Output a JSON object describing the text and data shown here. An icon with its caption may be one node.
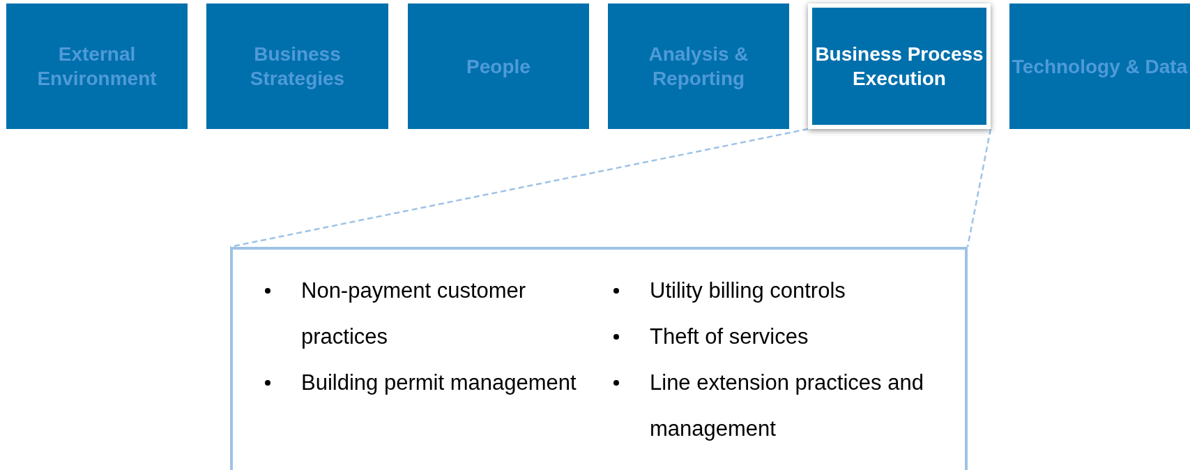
{
  "diagram": {
    "nodes": [
      {
        "text": [
          "External Environment"
        ]
      },
      {
        "text": [
          "Business Strategies"
        ]
      },
      {
        "text": [
          "People"
        ]
      },
      {
        "text": [
          "Analysis & Reporting"
        ]
      },
      {
        "text": [
          "Business Process Execution"
        ]
      },
      {
        "text": [
          "Technology & Data"
        ]
      },
      {
        "text": [
          "Non-payment customer practices",
          "Building permit management",
          "Utility billing controls",
          "Theft of services",
          "Line extension practices and management"
        ]
      }
    ],
    "edges": [
      {
        "from": 4,
        "to": 6,
        "arrow": "none",
        "style": "dashed"
      },
      {
        "from": 4,
        "to": 6,
        "arrow": "none",
        "style": "dashed"
      }
    ]
  }
}
